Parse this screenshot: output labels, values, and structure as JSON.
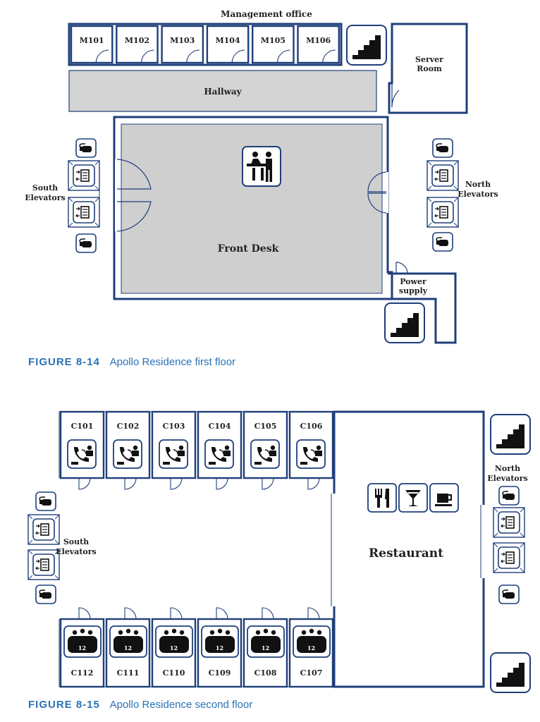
{
  "colors": {
    "wall": "#1f3f7a",
    "floor_grey": "#cfcfcf",
    "hallway_grey": "#d4d4d4",
    "caption_blue": "#2a72b5",
    "icon_dark": "#111111"
  },
  "floor1": {
    "caption_number": "FIGURE 8-14",
    "caption_text": "Apollo Residence first floor",
    "management_label": "Management office",
    "offices": [
      "M101",
      "M102",
      "M103",
      "M104",
      "M105",
      "M106"
    ],
    "hallway_label": "Hallway",
    "server_room_label": [
      "Server",
      "Room"
    ],
    "front_desk_label": "Front Desk",
    "power_supply_label": [
      "Power",
      "supply"
    ],
    "south_elevators_label": [
      "South",
      "Elevators"
    ],
    "north_elevators_label": [
      "North",
      "Elevators"
    ],
    "icons": [
      "stairs-icon",
      "reception-desk-icon",
      "elevator-icon",
      "fire-extinguisher-icon"
    ]
  },
  "floor2": {
    "caption_number": "FIGURE 8-15",
    "caption_text": "Apollo Residence second floor",
    "phone_rooms": [
      "C101",
      "C102",
      "C103",
      "C104",
      "C105",
      "C106"
    ],
    "meeting_rooms": [
      "C112",
      "C111",
      "C110",
      "C109",
      "C108",
      "C107"
    ],
    "table_capacity": "12",
    "restaurant_label": "Restaurant",
    "south_elevators_label": [
      "South",
      "Elevators"
    ],
    "north_elevators_label": [
      "North",
      "Elevators"
    ],
    "icons": [
      "phone-booth-icon",
      "conference-table-icon",
      "fork-knife-icon",
      "cocktail-icon",
      "coffee-cup-icon",
      "stairs-icon"
    ]
  }
}
